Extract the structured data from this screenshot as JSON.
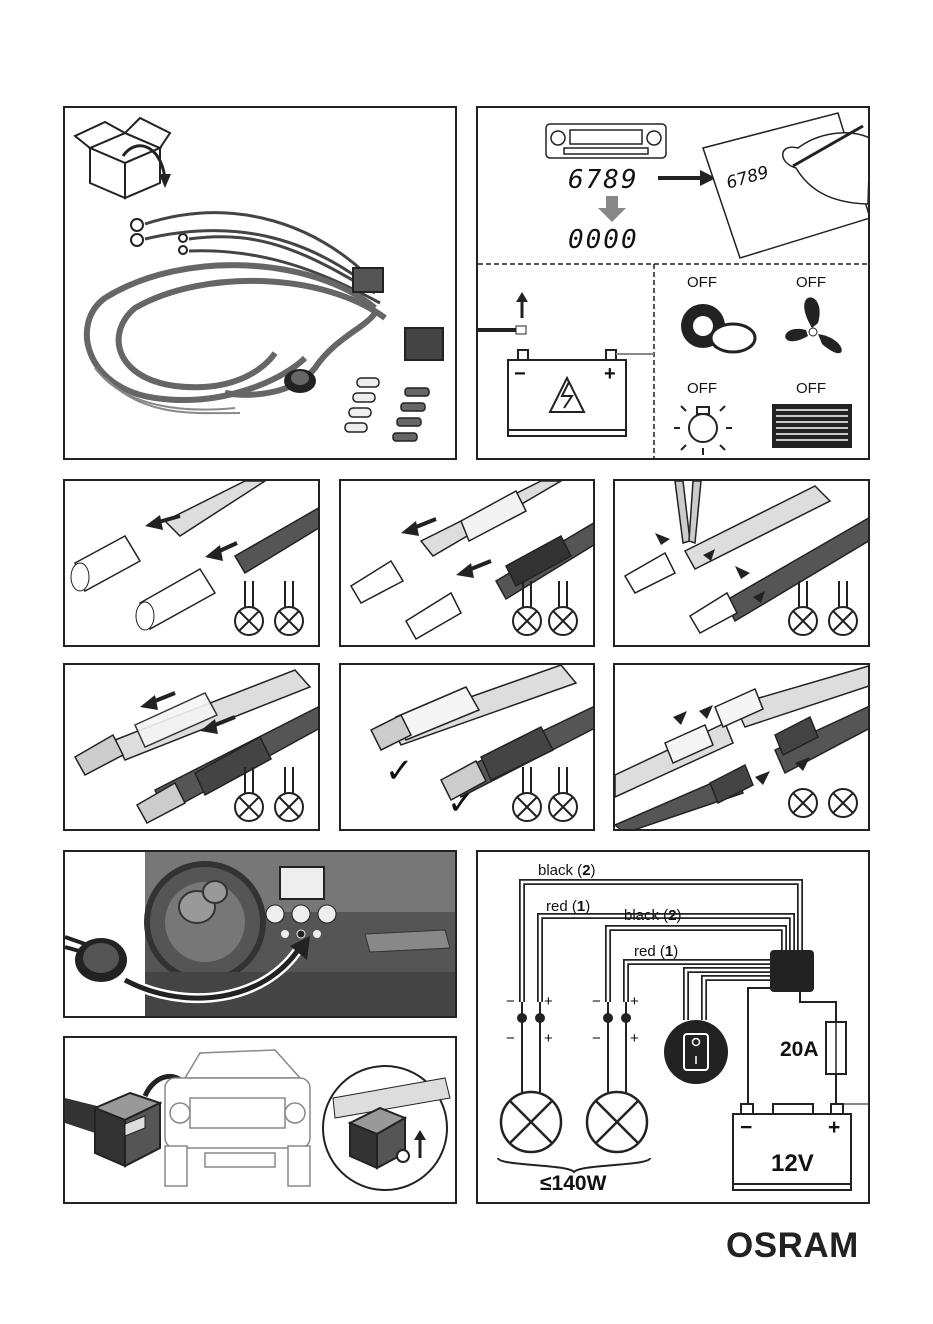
{
  "brand": {
    "logo_text": "OSRAM"
  },
  "radio_panel": {
    "code_digits": "6789",
    "code_reset": "0000",
    "handwritten_code": "6789",
    "off_labels": [
      "OFF",
      "OFF",
      "OFF",
      "OFF"
    ]
  },
  "crimp_panels": {
    "check_marks": [
      "✓",
      "✓"
    ]
  },
  "wiring": {
    "wire_black_1": "black (",
    "wire_black_1_num": "2",
    "wire_black_1_close": ")",
    "wire_red_1": "red (",
    "wire_red_1_num": "1",
    "wire_red_1_close": ")",
    "wire_black_2": "black (",
    "wire_black_2_num": "2",
    "wire_black_2_close": ")",
    "wire_red_2": "red (",
    "wire_red_2_num": "1",
    "wire_red_2_close": ")",
    "polarity_minus": "−",
    "polarity_plus": "+",
    "fuse_label": "20A",
    "battery_label": "12V",
    "battery_minus": "−",
    "battery_plus": "+",
    "power_limit": "≤140W"
  },
  "colors": {
    "border": "#222222",
    "wire_dark": "#3a3a3a",
    "wire_light": "#cfcfcf",
    "fill_gray": "#9a9a9a"
  }
}
